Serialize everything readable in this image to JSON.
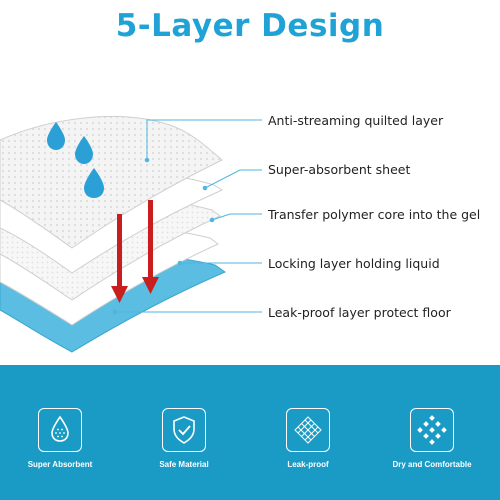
{
  "title": "5-Layer Design",
  "layers": [
    "Anti-streaming quilted layer",
    "Super-absorbent sheet",
    "Transfer polymer core into the gel",
    "Locking layer holding liquid",
    "Leak-proof layer protect floor"
  ],
  "features": [
    {
      "label": "Super Absorbent",
      "icon": "water-drop-icon"
    },
    {
      "label": "Safe Material",
      "icon": "shield-check-icon"
    },
    {
      "label": "Leak-proof",
      "icon": "grid-pattern-icon"
    },
    {
      "label": "Dry and Comfortable",
      "icon": "diamond-dots-icon"
    }
  ],
  "colors": {
    "accent": "#1fa3d6",
    "band": "#1a9bc6",
    "arrow": "#c81e1e",
    "bottom_layer": "#5bbde2"
  }
}
